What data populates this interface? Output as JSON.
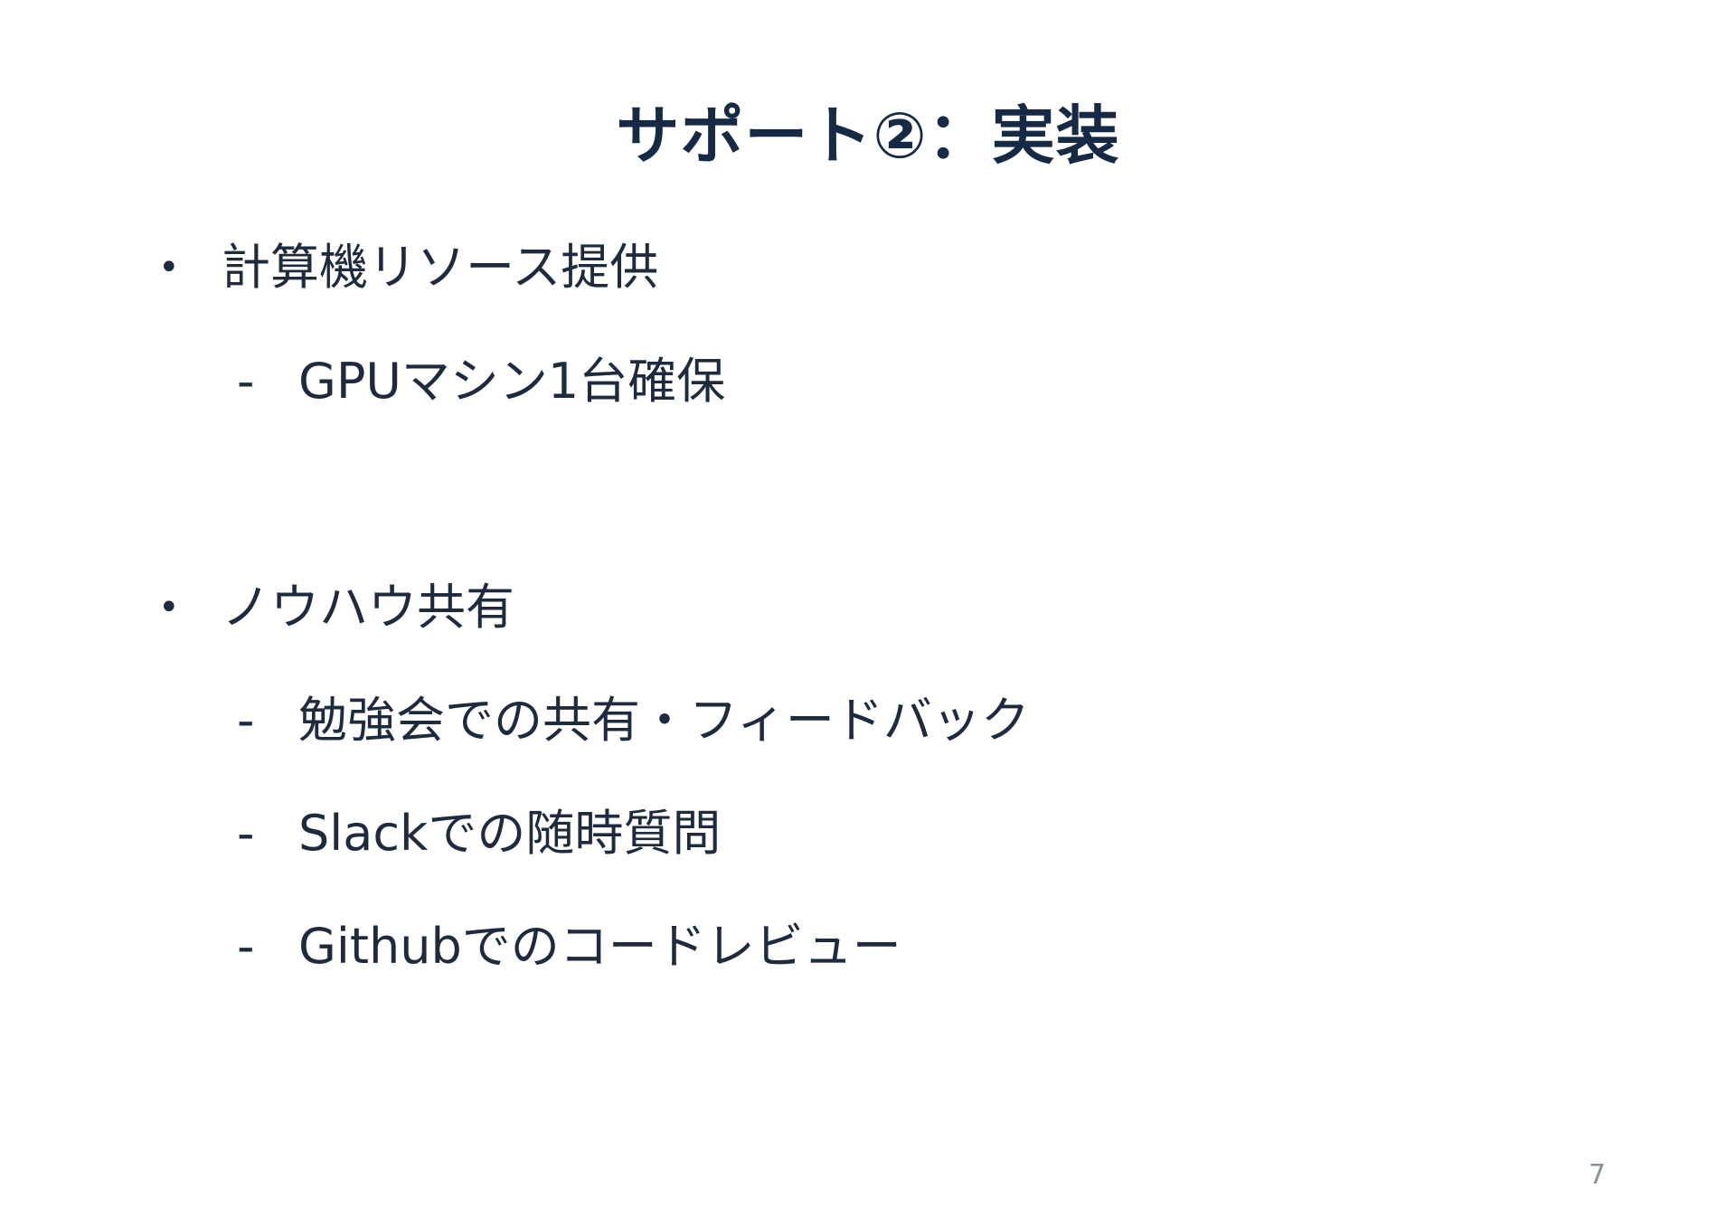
{
  "slide": {
    "title": "サポート②：実装",
    "page_number": "7",
    "sections": [
      {
        "bullet": "•",
        "label": "計算機リソース提供",
        "items": [
          {
            "marker": "-",
            "label": "GPUマシン1台確保"
          }
        ]
      },
      {
        "bullet": "•",
        "label": "ノウハウ共有",
        "items": [
          {
            "marker": "-",
            "label": "勉強会での共有・フィードバック"
          },
          {
            "marker": "-",
            "label": "Slackでの随時質問"
          },
          {
            "marker": "-",
            "label": "Githubでのコードレビュー"
          }
        ]
      }
    ]
  },
  "colors": {
    "title": "#172a45",
    "text": "#1e2a3d",
    "page_number": "#8a8f99",
    "background": "#ffffff"
  }
}
